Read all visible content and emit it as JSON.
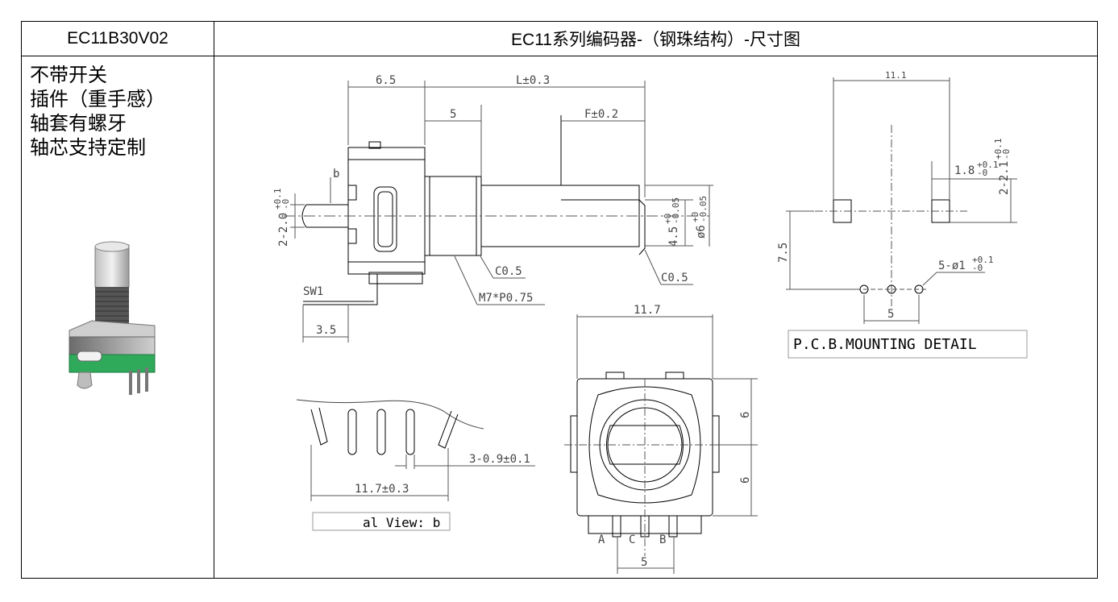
{
  "header": {
    "model": "EC11B30V02",
    "title": "EC11系列编码器-（钢珠结构）-尺寸图"
  },
  "features": [
    "不带开关",
    "插件（重手感）",
    "轴套有螺牙",
    "轴芯支持定制"
  ],
  "side_view": {
    "dim_top_left": "6.5",
    "dim_length": "L±0.3",
    "dim_5": "5",
    "dim_f": "F±0.2",
    "dim_pin": "2-2.0",
    "dim_pin_tol_up": "+0.1",
    "dim_pin_tol_down": "-0",
    "label_b": "b",
    "chamfer_a": "C0.5",
    "chamfer_b": "C0.5",
    "thread": "M7*P0.75",
    "switch": "SW1",
    "dim_35": "3.5",
    "dim_45": "4.5",
    "dim_45_tol_up": "+0",
    "dim_45_tol_down": "-0.05",
    "dim_phi6": "ø6",
    "dim_phi6_tol_up": "+0",
    "dim_phi6_tol_down": "-0.05"
  },
  "pin_view": {
    "pitch": "3-0.9±0.1",
    "width": "11.7±0.3",
    "caption": "al View: b"
  },
  "front_view": {
    "width": "11.7",
    "h1": "6",
    "h2": "6",
    "pitch": "5",
    "pin_a": "A",
    "pin_c": "C",
    "pin_b": "B"
  },
  "pcb": {
    "width": "11.1",
    "pad": "1.8",
    "pad_tol_up": "+0.1",
    "pad_tol_down": "-0",
    "pad2": "2-2.1",
    "pad2_tol_up": "+0.1",
    "pad2_tol_down": "-0",
    "height": "7.5",
    "holes": "5-ø1",
    "holes_tol_up": "+0.1",
    "holes_tol_down": "-0",
    "pitch": "5",
    "caption": "P.C.B.MOUNTING DETAIL"
  },
  "colors": {
    "line": "#000000",
    "dim": "#555555",
    "green": "#2faa5a",
    "grey": "#8f8f8f"
  }
}
